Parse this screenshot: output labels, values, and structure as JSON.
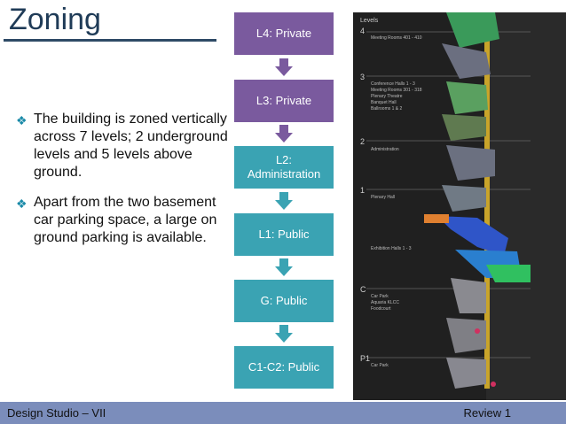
{
  "slide": {
    "title": "Zoning",
    "bullets": [
      "The building is zoned vertically across 7 levels; 2 underground levels and 5 levels above ground.",
      "Apart from the two basement car parking space, a large on ground parking is available."
    ],
    "bullet_glyph": "❖"
  },
  "flow": {
    "levels": [
      {
        "label": "L4: Private",
        "color": "#7a5a9e"
      },
      {
        "label": "L3: Private",
        "color": "#7a5a9e"
      },
      {
        "label": "L2: Administration",
        "color": "#3aa3b3"
      },
      {
        "label": "L1: Public",
        "color": "#3aa3b3"
      },
      {
        "label": "G: Public",
        "color": "#3aa3b3"
      },
      {
        "label": "C1-C2: Public",
        "color": "#3aa3b3"
      }
    ],
    "arrow_colors": [
      "#7a5a9e",
      "#7a5a9e",
      "#3aa3b3",
      "#3aa3b3",
      "#3aa3b3"
    ]
  },
  "photo": {
    "heading": "Levels",
    "level_numbers": [
      "4",
      "3",
      "2",
      "1",
      "C",
      "P1"
    ],
    "level_labels": [
      "Meeting Rooms 401 - 410",
      "Conference Halls 1 - 3\nMeeting Rooms 301 - 318\nPlenary Theatre\nBanquet Hall\nBallrooms 1 & 2",
      "Administration",
      "Plenary Hall",
      "Exhibition Halls 1 - 3",
      "Car Park\nAquaria KLCC\nFoodcourt",
      "Car Park"
    ]
  },
  "footer": {
    "left": "Design Studio – VII",
    "right": "Review 1"
  }
}
